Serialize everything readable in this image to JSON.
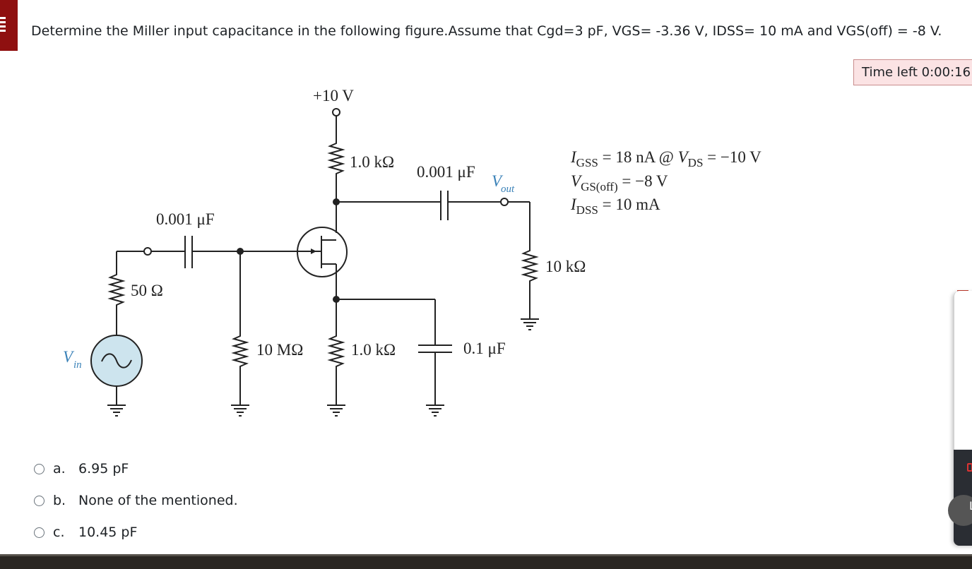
{
  "question": {
    "text": "Determine the Miller input capacitance in the following figure.Assume that Cgd=3 pF, VGS= -3.36 V, IDSS= 10 mA and VGS(off) = -8 V."
  },
  "timer": {
    "text": "Time left 0:00:16"
  },
  "figure": {
    "supply": "+10 V",
    "r_drain": "1.0 kΩ",
    "c_out": "0.001 μF",
    "vout": "V",
    "vout_sub": "out",
    "c_in": "0.001 μF",
    "r_source_gen": "50 Ω",
    "vin": "V",
    "vin_sub": "in",
    "r_gate": "10 MΩ",
    "r_source": "1.0 kΩ",
    "c_bypass": "0.1 μF",
    "r_load": "10 kΩ",
    "spec_igss": "I",
    "spec_igss_sub": "GSS",
    "spec_igss_val": " = 18  nA @ ",
    "spec_vds": "V",
    "spec_vds_sub": "DS",
    "spec_vds_val": " = −10 V",
    "spec_vgs": "V",
    "spec_vgs_sub": "GS(off)",
    "spec_vgs_val": " = −8 V",
    "spec_idss": "I",
    "spec_idss_sub": "DSS",
    "spec_idss_val": " = 10 mA"
  },
  "options": [
    {
      "letter": "a.",
      "text": "6.95 pF"
    },
    {
      "letter": "b.",
      "text": "None of the mentioned."
    },
    {
      "letter": "c.",
      "text": "10.45 pF"
    }
  ],
  "drawer": {
    "partial_label": "L"
  }
}
